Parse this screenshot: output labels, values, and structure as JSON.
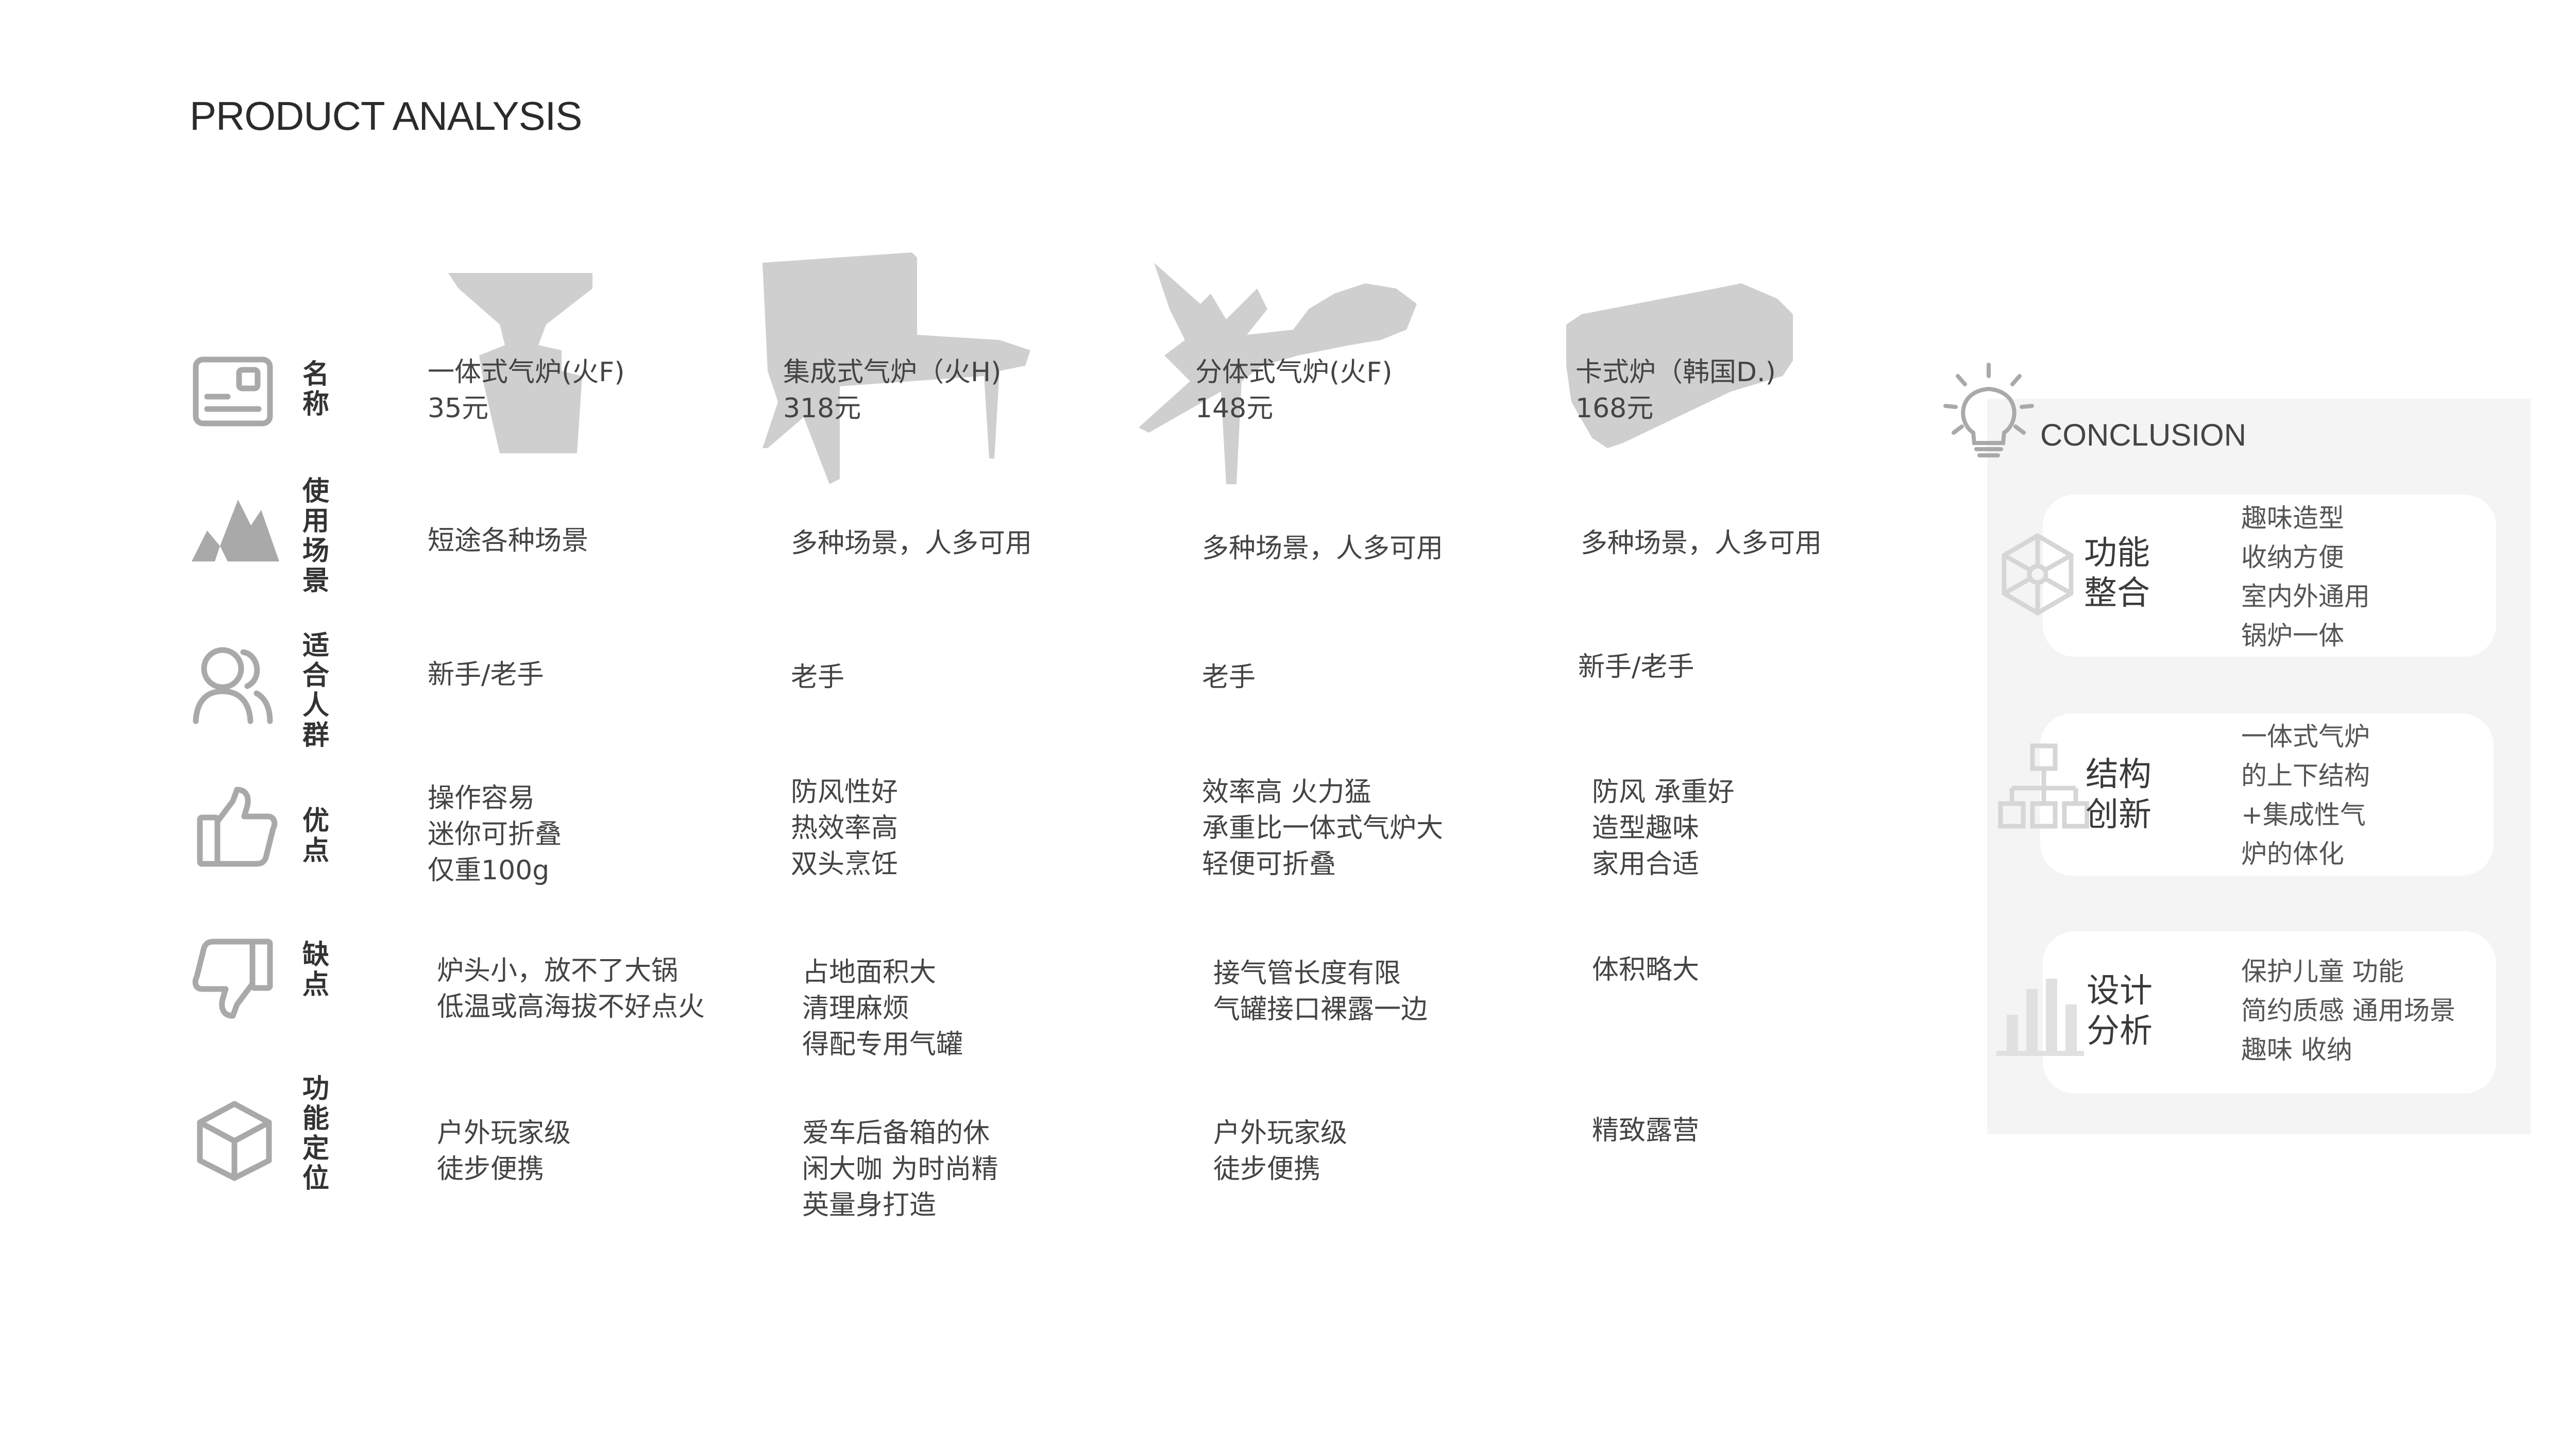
{
  "page": {
    "title": "PRODUCT ANALYSIS"
  },
  "row_labels": [
    {
      "id": "name",
      "label": "名称",
      "icon": "id-card-icon"
    },
    {
      "id": "scenario",
      "label": "使用场景",
      "icon": "mountains-icon"
    },
    {
      "id": "audience",
      "label": "适合人群",
      "icon": "users-icon"
    },
    {
      "id": "pros",
      "label": "优点",
      "icon": "thumbs-up-icon"
    },
    {
      "id": "cons",
      "label": "缺点",
      "icon": "thumbs-down-icon"
    },
    {
      "id": "positioning",
      "label": "功能定位",
      "icon": "cube-icon"
    }
  ],
  "products": [
    {
      "silhouette": "stove-silhouette-integrated",
      "name": "一体式气炉(火F)",
      "price": "35元",
      "scenario": "短途各种场景",
      "audience": "新手/老手",
      "pros": "操作容易\n迷你可折叠\n仅重100g",
      "cons": "炉头小，放不了大锅\n低温或高海拔不好点火",
      "positioning": "户外玩家级\n徒步便携"
    },
    {
      "silhouette": "stove-silhouette-box",
      "name": "集成式气炉（火H)",
      "price": "318元",
      "scenario": "多种场景，人多可用",
      "audience": "老手",
      "pros": "防风性好\n热效率高\n双头烹饪",
      "cons": "占地面积大\n清理麻烦\n得配专用气罐",
      "positioning": "爱车后备箱的休\n闲大咖 为时尚精\n英量身打造"
    },
    {
      "silhouette": "stove-silhouette-split",
      "name": "分体式气炉(火F)",
      "price": "148元",
      "scenario": "多种场景，人多可用",
      "audience": "老手",
      "pros": "效率高 火力猛\n承重比一体式气炉大\n轻便可折叠",
      "cons": "接气管长度有限\n气罐接口裸露一边",
      "positioning": "户外玩家级\n徒步便携"
    },
    {
      "silhouette": "stove-silhouette-cassette",
      "name": "卡式炉（韩国D.)",
      "price": "168元",
      "scenario": "多种场景，人多可用",
      "audience": "新手/老手",
      "pros": "防风 承重好\n造型趣味\n家用合适",
      "cons": "体积略大",
      "positioning": "精致露营"
    }
  ],
  "conclusion": {
    "title": "CONCLUSION",
    "icon": "lightbulb-icon",
    "cards": [
      {
        "icon": "network-icon",
        "title": "功能\n整合",
        "text": "趣味造型\n收纳方便\n室内外通用\n锅炉一体"
      },
      {
        "icon": "hierarchy-icon",
        "title": "结构\n创新",
        "text": "一体式气炉\n的上下结构\n+集成性气\n炉的体化"
      },
      {
        "icon": "bar-chart-icon",
        "title": "设计\n分析",
        "text": "保护儿童    功能\n简约质感    通用场景\n趣味  收纳"
      }
    ]
  },
  "colors": {
    "text": "#333333",
    "icon": "#a9a9a9",
    "silhouette": "#cfcfcf",
    "panel": "#f4f4f4"
  }
}
